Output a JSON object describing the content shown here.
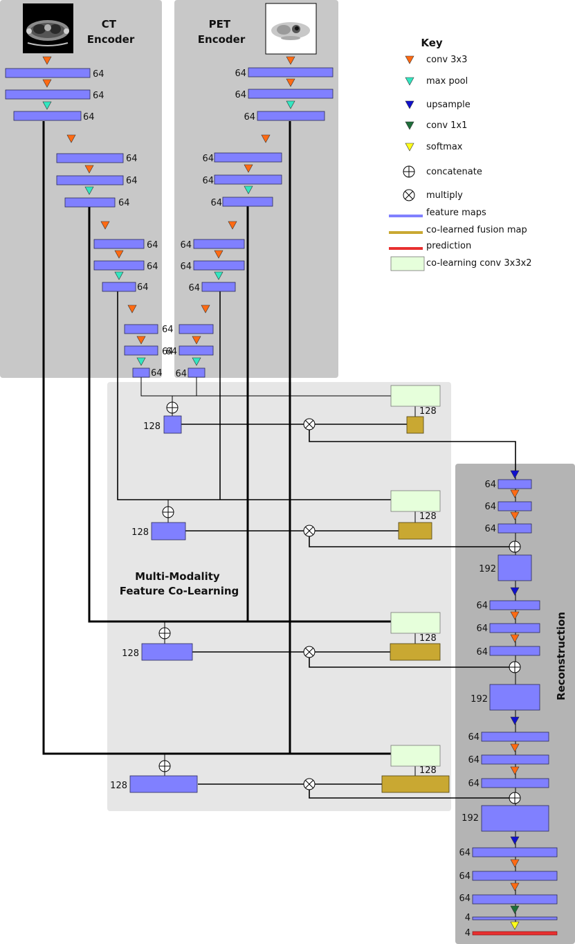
{
  "panels": {
    "ct_encoder": "CT\nEncoder",
    "pet_encoder": "PET\nEncoder",
    "colearning": "Multi-Modality\nFeature Co-Learning",
    "reconstruction": "Reconstruction"
  },
  "key": {
    "title": "Key",
    "items": [
      {
        "symbol": "orange-triangle",
        "label": "conv 3x3"
      },
      {
        "symbol": "cyan-triangle",
        "label": "max pool"
      },
      {
        "symbol": "blue-triangle",
        "label": "upsample"
      },
      {
        "symbol": "green-triangle",
        "label": "conv 1x1"
      },
      {
        "symbol": "yellow-triangle",
        "label": "softmax"
      },
      {
        "symbol": "oplus",
        "label": "concatenate"
      },
      {
        "symbol": "otimes",
        "label": "multiply"
      },
      {
        "symbol": "blue-line",
        "label": "feature maps"
      },
      {
        "symbol": "gold-line",
        "label": "co-learned fusion map"
      },
      {
        "symbol": "red-line",
        "label": "prediction"
      },
      {
        "symbol": "green-box",
        "label": "co-learning conv 3x3x2"
      }
    ]
  },
  "channels": {
    "c64": "64",
    "c128": "128",
    "c192": "192",
    "c4": "4"
  },
  "colors": {
    "conv3x3": "#ff6a13",
    "maxpool": "#33e6c0",
    "upsample": "#1010cc",
    "conv1x1": "#1e6e3a",
    "softmax": "#ffff1a",
    "feature": "#8080ff",
    "fusion": "#c9a832",
    "prediction": "#e83030",
    "colearn": "#e6ffdb"
  }
}
